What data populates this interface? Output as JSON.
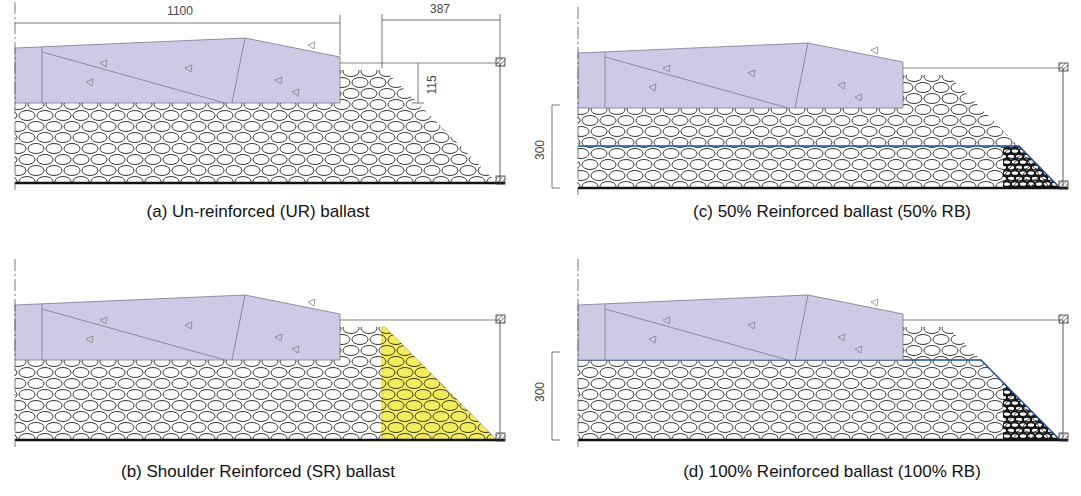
{
  "diagram": {
    "labels": [
      "1100",
      "387",
      "115",
      "300",
      "(a) Un-reinforced (UR) ballast",
      "(c) 50% Reinforced ballast (50% RB)",
      "(b) Shoulder Reinforced (SR) ballast",
      "300",
      "(d) 100% Reinforced ballast (100% RB)"
    ]
  }
}
